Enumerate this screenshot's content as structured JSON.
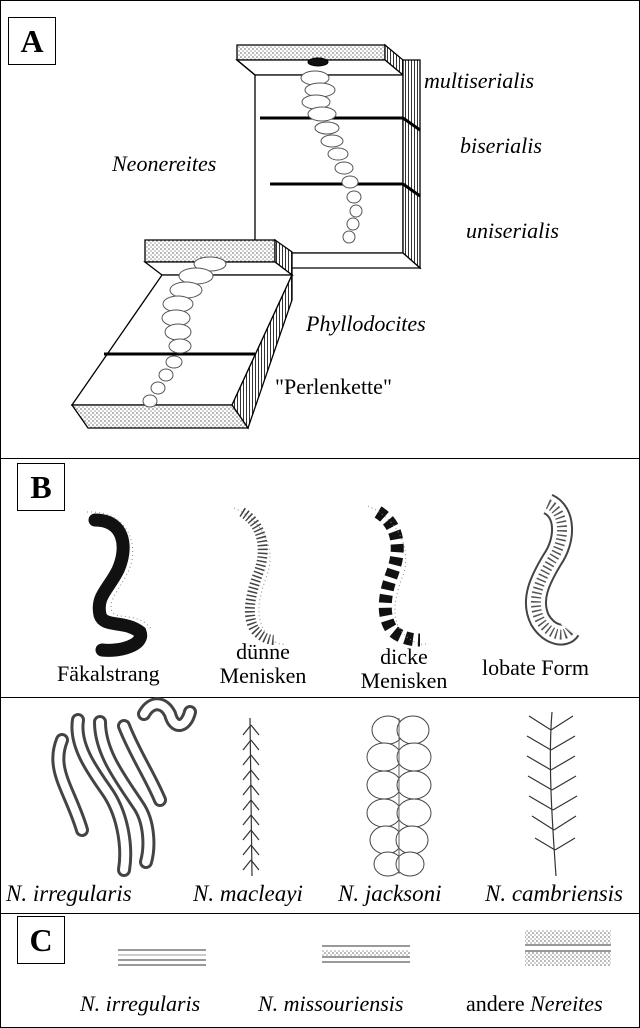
{
  "panels": {
    "a": {
      "label": "A"
    },
    "b": {
      "label": "B"
    },
    "c": {
      "label": "C"
    }
  },
  "panel_a": {
    "genus_neonereites": "Neonereites",
    "multiserialis": "multiserialis",
    "biserialis": "biserialis",
    "uniserialis": "uniserialis",
    "genus_phyllodocites": "Phyllodocites",
    "perlenkette": "\"Perlenkette\""
  },
  "panel_b_row1": {
    "items": [
      {
        "lines": [
          "Fäkalstrang"
        ]
      },
      {
        "lines": [
          "dünne",
          "Menisken"
        ]
      },
      {
        "lines": [
          "dicke",
          "Menisken"
        ]
      },
      {
        "lines": [
          "lobate Form"
        ]
      }
    ]
  },
  "panel_b_row2": {
    "items": [
      {
        "label": "N. irregularis"
      },
      {
        "label": "N. macleayi"
      },
      {
        "label": "N. jacksoni"
      },
      {
        "label": "N. cambriensis"
      }
    ]
  },
  "panel_c": {
    "item1": "N. irregularis",
    "item2": "N. missouriensis",
    "item3_prefix": "andere ",
    "item3_genus": "Nereites"
  }
}
